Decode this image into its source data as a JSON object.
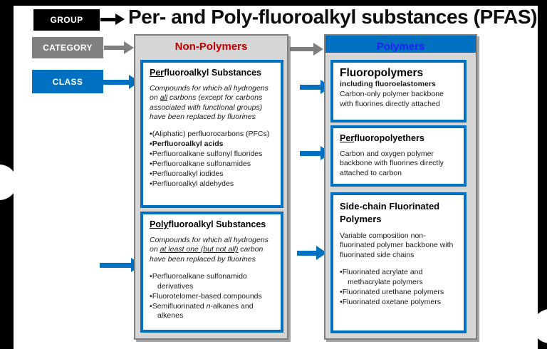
{
  "title": "Per- and Poly-fluoroalkyl substances (PFAS)",
  "legend": {
    "group": "GROUP",
    "category": "CATEGORY",
    "class": "CLASS"
  },
  "nonPolymers": {
    "header": "Non-Polymers",
    "box1": {
      "title_u": "Per",
      "title_rest": "fluoroalkyl Substances",
      "desc1": "Compounds for which all hydrogens on ",
      "desc_u": "all",
      "desc2": " carbons (except for carbons associated with functional groups) have been replaced by fluorines",
      "bullets": [
        "(Aliphatic) perfluorocarbons (PFCs)",
        "Perfluoroalkyl acids",
        "Perfluoroalkane sulfonyl fluorides",
        "Perfluoroalkane sulfonamides",
        "Perfluoroalkyl iodides",
        "Perfluoroalkyl aldehydes"
      ]
    },
    "box2": {
      "title_u": "Poly",
      "title_rest": "fluoroalkyl Substances",
      "desc1": "Compounds for which all hydrogens on ",
      "desc_u": "at least one (but not all)",
      "desc2": " carbon have been replaced by fluorines",
      "bullet1": "Perfluoroalkane sulfonamido derivatives",
      "bullet2": "Fluorotelomer-based compounds",
      "bullet3a": "Semifluorinated ",
      "bullet3i": "n",
      "bullet3b": "-alkanes and alkenes"
    }
  },
  "polymers": {
    "header": "Polymers",
    "box1": {
      "title": "Fluoropolymers",
      "subtitle": "including fluoroelastomers",
      "desc": "Carbon-only polymer backbone with fluorines directly attached"
    },
    "box2": {
      "title_u": "Per",
      "title_rest": "fluoropolyethers",
      "desc": "Carbon and oxygen polymer backbone with fluorines directly attached to carbon"
    },
    "box3": {
      "title": "Side-chain Fluorinated Polymers",
      "desc": "Variable composition non-fluorinated polymer backbone with fluorinated side chains",
      "bullets": [
        "Fluorinated acrylate and methacrylate polymers",
        "Fluorinated urethane polymers",
        "Fluorinated oxetane polymers"
      ]
    }
  },
  "icons": {
    "group_arrow": "black right-arrow",
    "category_arrow": "gray right-arrow",
    "column_link_arrow": "gray right-arrow",
    "class_arrows": "blue right-arrows (css triangles)"
  },
  "colors": {
    "accent_blue": "#0070c0",
    "non_polymers_red": "#c00000",
    "polymers_blue": "#2222f2",
    "legend_gray": "#7f7f7f",
    "panel_gray": "#d6d6d6",
    "frame_black": "#000000"
  }
}
